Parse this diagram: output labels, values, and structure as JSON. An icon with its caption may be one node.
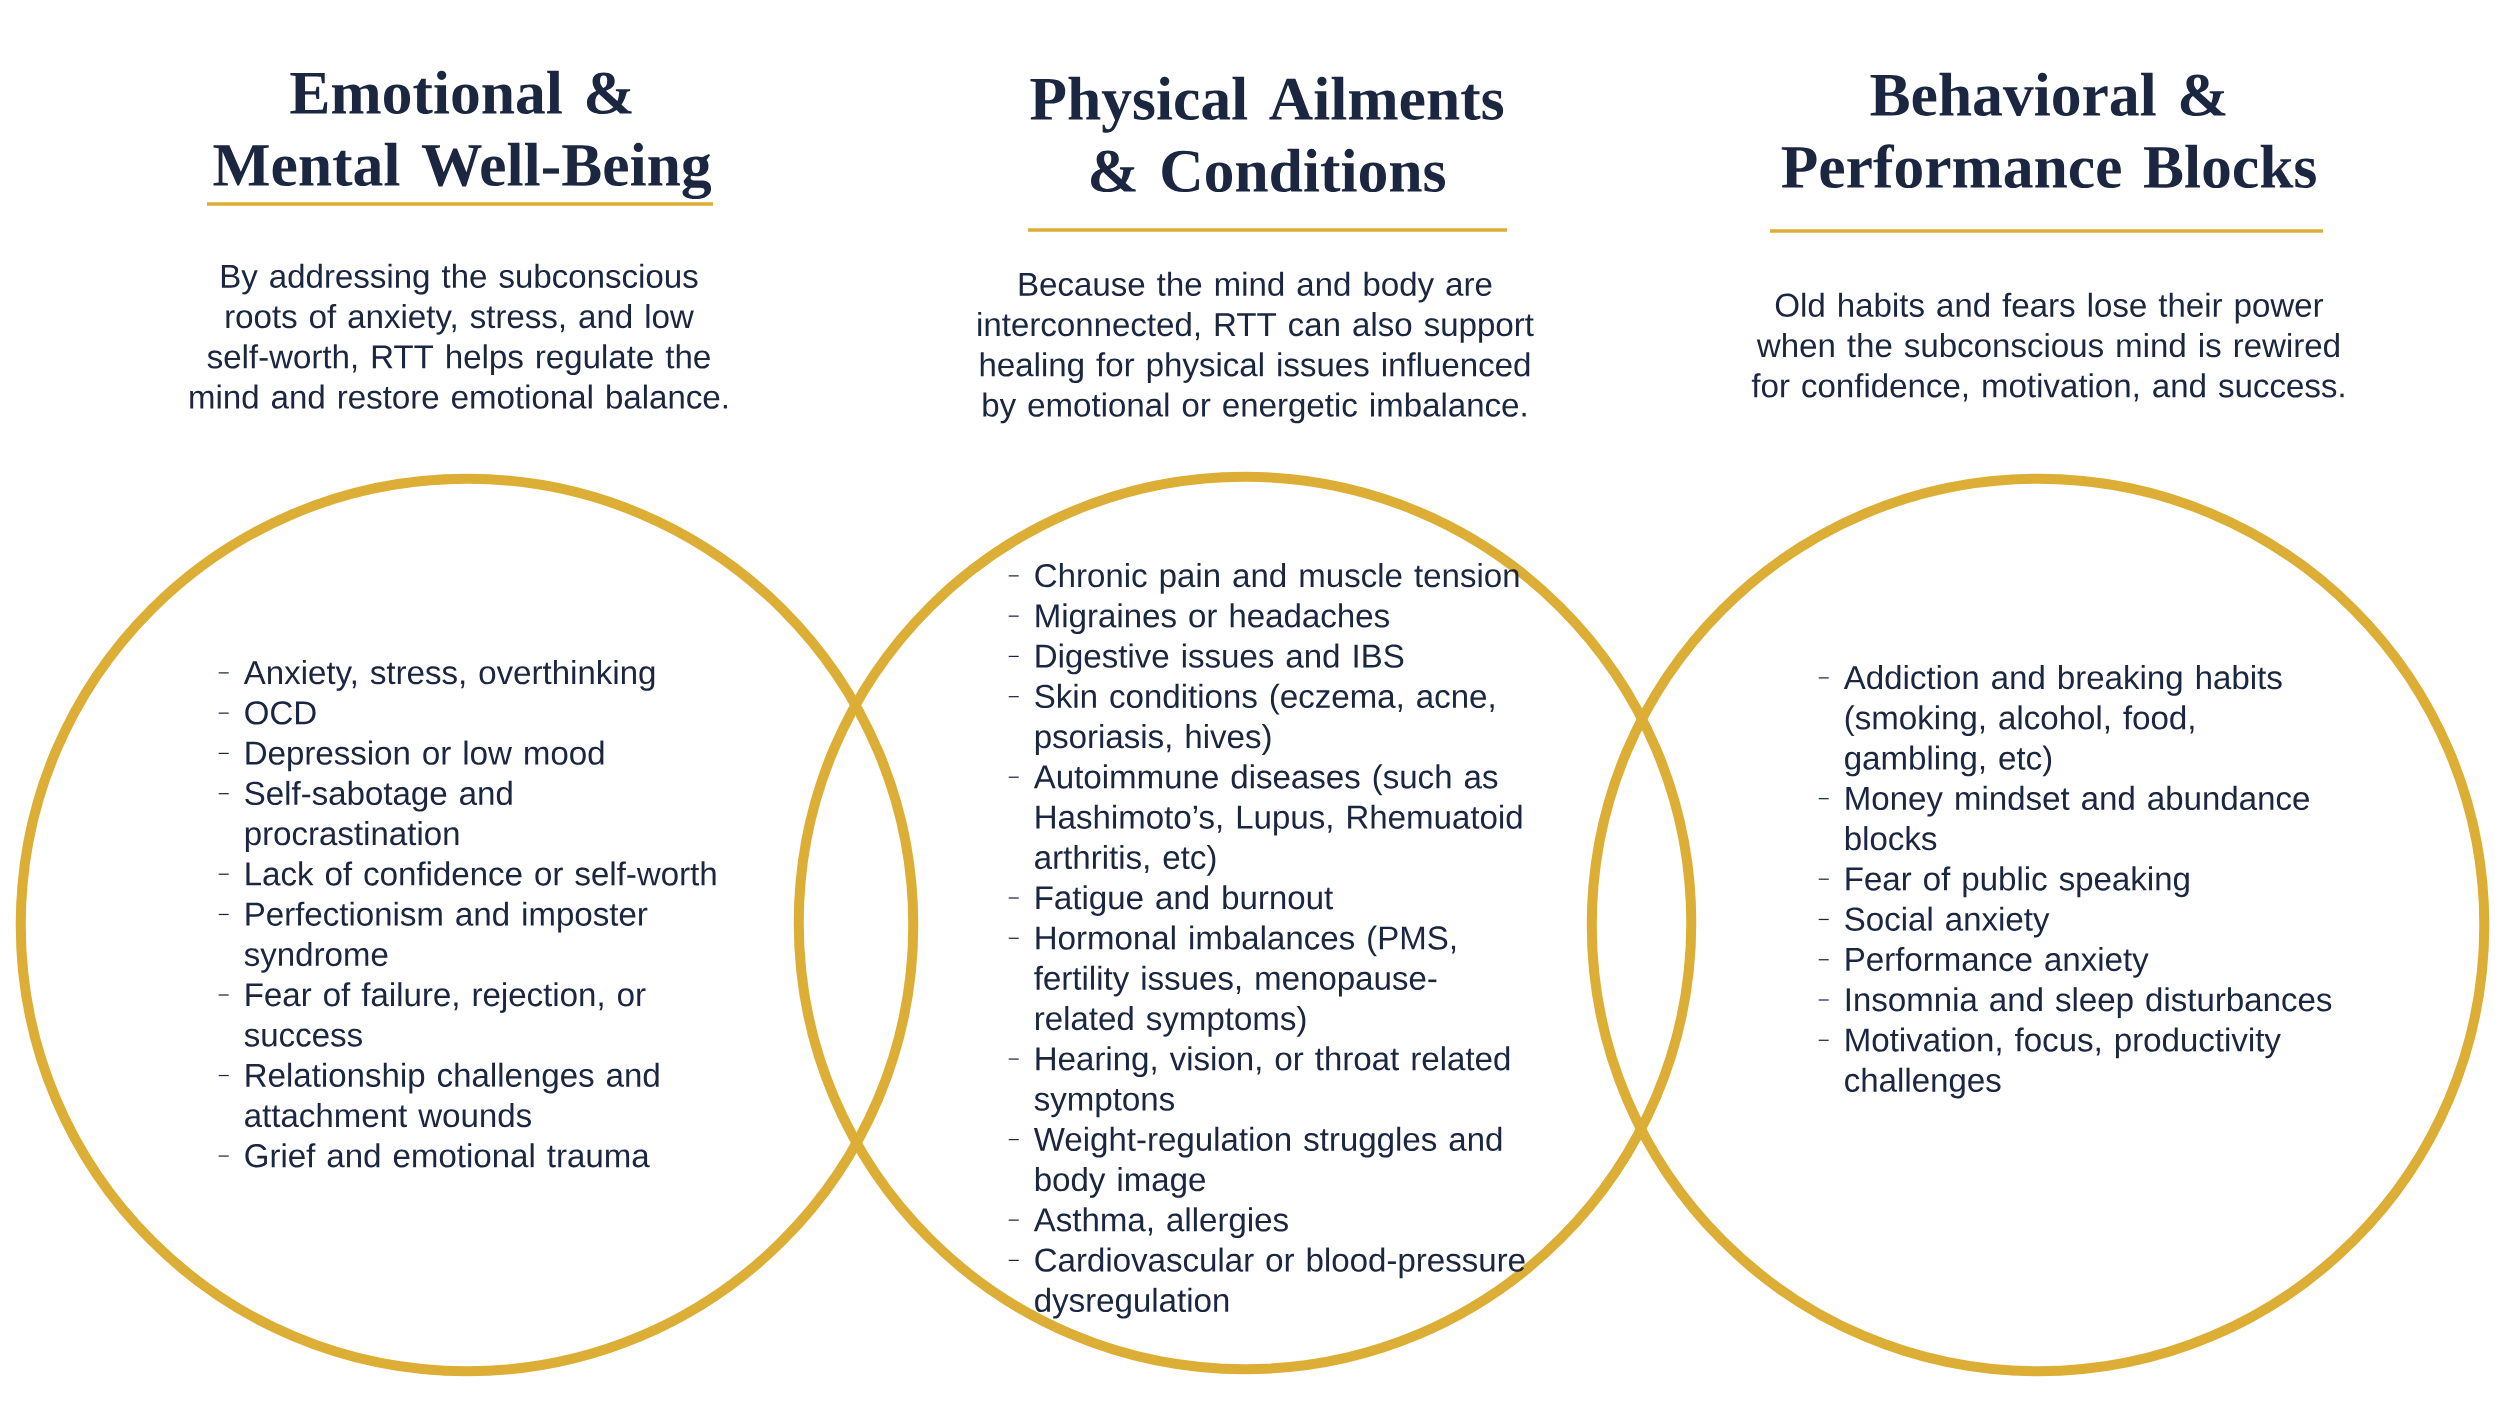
{
  "diagram": {
    "nodes": [
      {
        "text": [
          "Anxiety, stress, overthinking",
          "OCD",
          "Depression or low mood",
          "Self-sabotage and procrastination",
          "Lack of confidence or self-worth",
          "Perfectionism and imposter syndrome",
          "Fear of failure, rejection, or success",
          "Relationship challenges and attachment wounds",
          "Grief and emotional trauma"
        ]
      },
      {
        "text": [
          "Chronic pain and muscle tension",
          "Migraines or headaches",
          "Digestive issues and IBS",
          "Skin conditions (eczema, acne, psoriasis, hives)",
          "Autoimmune diseases (such as Hashimoto’s, Lupus, Rhemuatoid arthritis, etc)",
          "Fatigue and burnout",
          "Hormonal imbalances (PMS, fertility issues, menopause-related symptoms)",
          "Hearing, vision, or throat related symptons",
          "Weight-regulation struggles and body image",
          "Asthma, allergies",
          "Cardiovascular or blood-pressure dysregulation"
        ]
      },
      {
        "text": [
          "Addiction and breaking habits (smoking, alcohol, food, gambling, etc)",
          "Money mindset and abundance blocks",
          "Fear of public speaking",
          "Social anxiety",
          "Performance anxiety",
          "Insomnia and sleep disturbances",
          "Motivation, focus, productivity challenges"
        ]
      }
    ],
    "labels": [
      "Emotional & Mental Well-Being",
      "By addressing the subconscious roots of anxiety, stress, and low self-worth, RTT helps regulate the mind and restore emotional balance.",
      "Physical Ailments & Conditions",
      "Because the mind and body are interconnected, RTT can also support healing for physical issues influenced by emotional or energetic imbalance.",
      "Behavioral & Performance Blocks",
      "Old habits and fears lose their power when the subconscious mind is rewired for confidence, motivation, and success."
    ]
  }
}
